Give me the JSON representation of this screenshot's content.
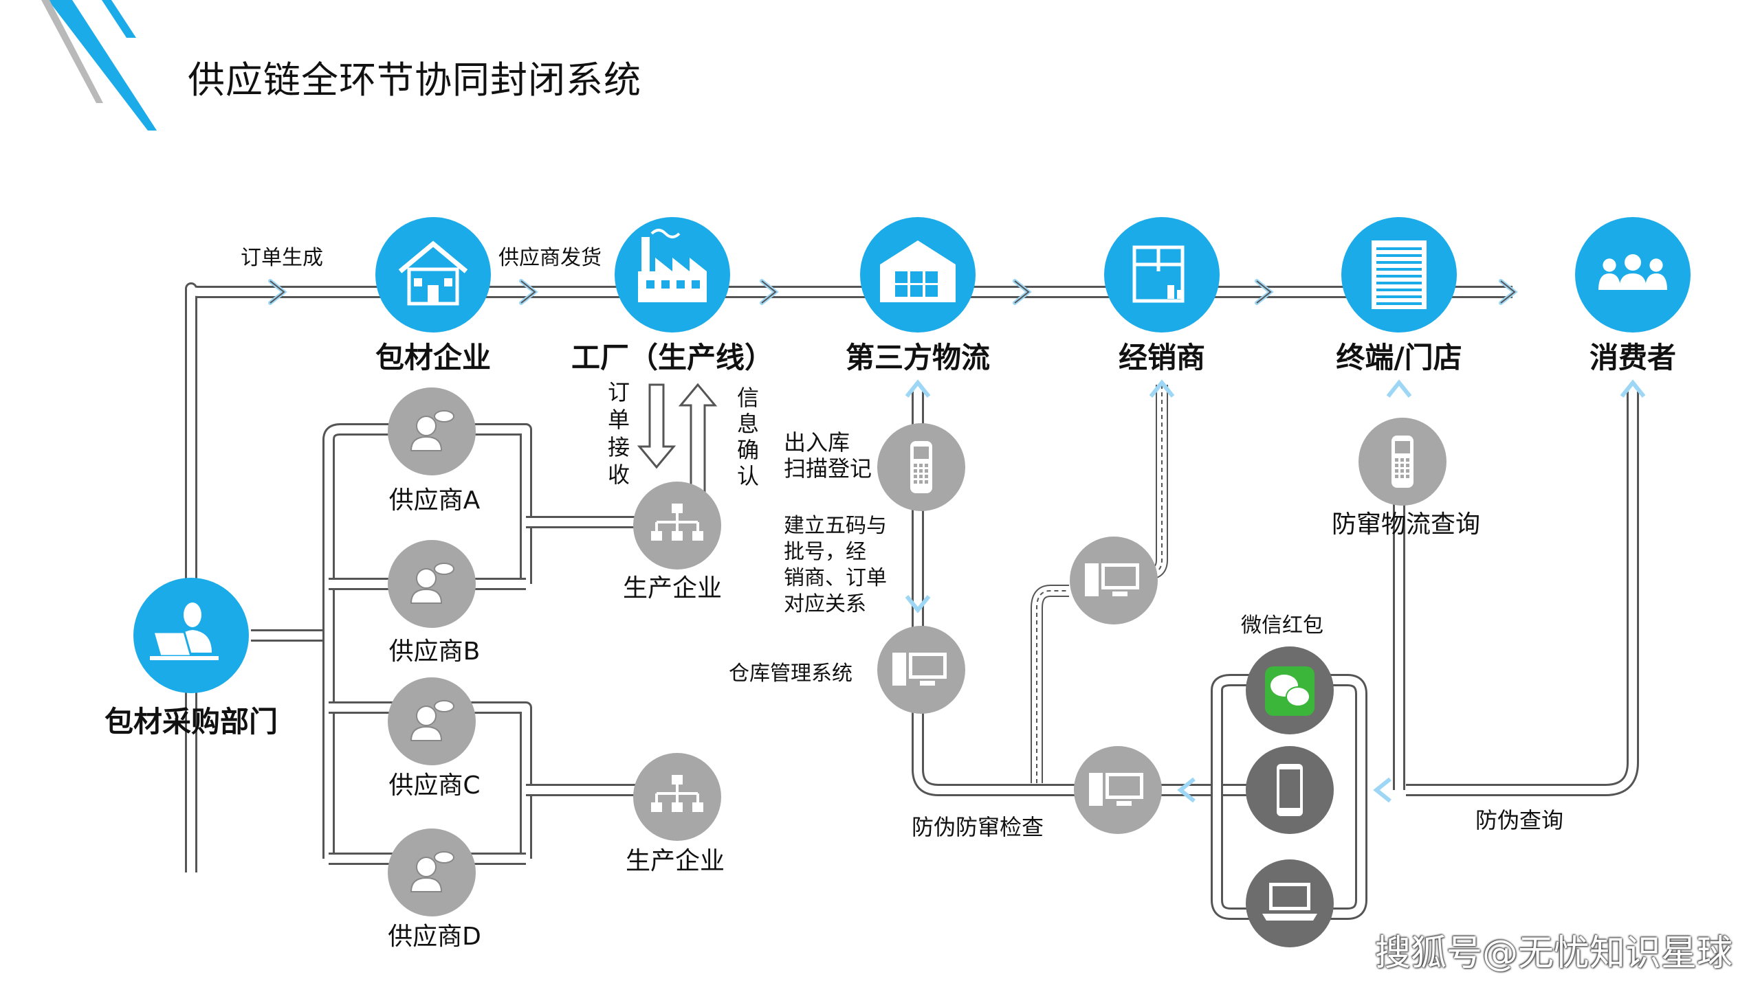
{
  "title": "供应链全环节协同封闭系统",
  "watermark": "搜狐号@无忧知识星球",
  "colors": {
    "blue": "#1aabe8",
    "gray": "#a7a7a7",
    "dark": "#6d6d6d",
    "pipe": "#555555",
    "accent_blue": "#9dd7f5",
    "wechat_green": "#3bb53a"
  },
  "top_flow": {
    "nodes": [
      {
        "label": "包材企业",
        "icon": "house-icon"
      },
      {
        "label": "工厂（生产线）",
        "icon": "factory-icon"
      },
      {
        "label": "第三方物流",
        "icon": "warehouse-icon"
      },
      {
        "label": "经销商",
        "icon": "box-icon"
      },
      {
        "label": "终端/门店",
        "icon": "shop-shutter-icon"
      },
      {
        "label": "消费者",
        "icon": "people-icon"
      }
    ],
    "edge_labels": [
      "订单生成",
      "供应商发货"
    ]
  },
  "purchase": {
    "label": "包材采购部门",
    "icon": "person-laptop-icon"
  },
  "suppliers": [
    {
      "label": "供应商A",
      "icon": "supplier-person-icon"
    },
    {
      "label": "供应商B",
      "icon": "supplier-person-icon"
    },
    {
      "label": "供应商C",
      "icon": "supplier-person-icon"
    },
    {
      "label": "供应商D",
      "icon": "supplier-person-icon"
    }
  ],
  "producers": [
    {
      "label": "生产企业",
      "icon": "org-chart-icon"
    },
    {
      "label": "生产企业",
      "icon": "org-chart-icon"
    }
  ],
  "factory_links": {
    "order_receive": [
      "订",
      "单",
      "接",
      "收"
    ],
    "info_confirm": [
      "信",
      "息",
      "确",
      "认"
    ]
  },
  "logistics": {
    "scanner_label_lines": [
      "出入库",
      "扫描登记"
    ],
    "code_label_lines": [
      "建立五码与",
      "批号，经",
      "销商、订单",
      "对应关系"
    ],
    "warehouse_label": "仓库管理系统",
    "check_label": "防伪防窜检查"
  },
  "terminal": {
    "scanner_label": "防窜物流查询"
  },
  "consumer_side": {
    "wechat_label": "微信红包",
    "query_label": "防伪查询"
  }
}
